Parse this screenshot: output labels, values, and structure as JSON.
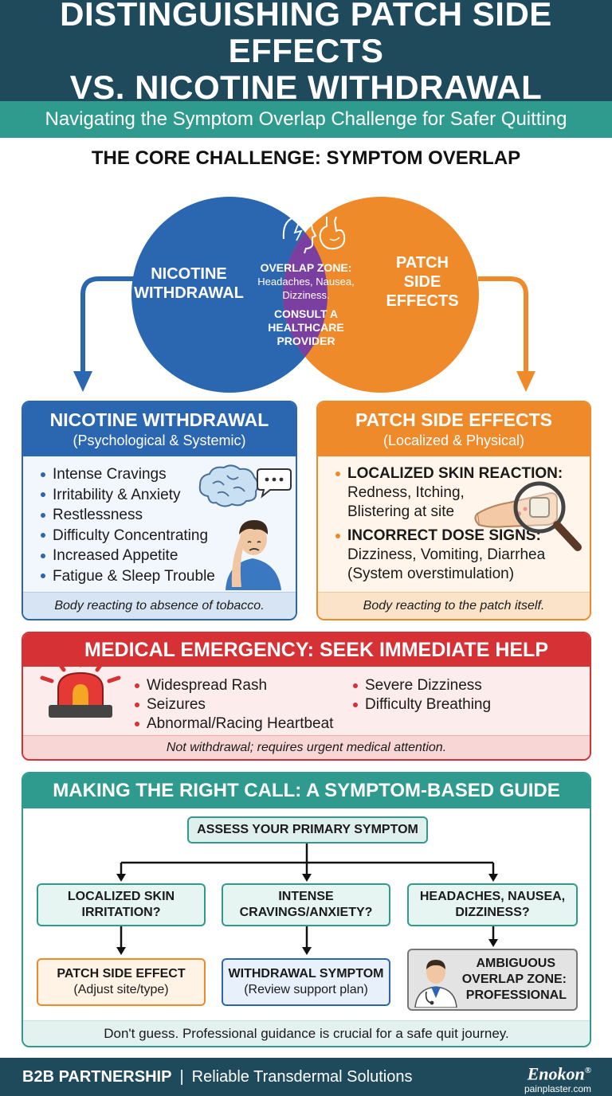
{
  "header": {
    "title_line1": "DISTINGUISHING PATCH SIDE EFFECTS",
    "title_line2": "VS. NICOTINE WITHDRAWAL",
    "subtitle": "Navigating the Symptom Overlap Challenge for Safer Quitting"
  },
  "colors": {
    "header_bg": "#1f4a5c",
    "teal": "#2f9a8e",
    "withdrawal_blue": "#2b67b0",
    "patch_orange": "#ef8a2a",
    "overlap_purple": "#7a3fa0",
    "emergency_red": "#d63134"
  },
  "core": {
    "title": "THE CORE CHALLENGE: SYMPTOM OVERLAP",
    "left_label_1": "NICOTINE",
    "left_label_2": "WITHDRAWAL",
    "right_label_1": "PATCH",
    "right_label_2": "SIDE",
    "right_label_3": "EFFECTS",
    "overlap_title": "OVERLAP ZONE:",
    "overlap_line1": "Headaches, Nausea,",
    "overlap_line2": "Dizziness.",
    "consult_1": "CONSULT A",
    "consult_2": "HEALTHCARE",
    "consult_3": "PROVIDER",
    "icons": [
      "head-icon",
      "stomach-icon"
    ]
  },
  "withdrawal_box": {
    "title": "NICOTINE WITHDRAWAL",
    "subtitle": "(Psychological & Systemic)",
    "items": [
      "Intense Cravings",
      "Irritability & Anxiety",
      "Restlessness",
      "Difficulty Concentrating",
      "Increased Appetite",
      "Fatigue & Sleep Trouble"
    ],
    "footer": "Body reacting to absence of tobacco.",
    "icons": [
      "brain-icon",
      "speech-bubble-icon",
      "stressed-person-icon"
    ]
  },
  "patch_box": {
    "title": "PATCH SIDE EFFECTS",
    "subtitle": "(Localized & Physical)",
    "skin_heading": "LOCALIZED SKIN REACTION:",
    "skin_line1": "Redness, Itching,",
    "skin_line2": "Blistering at site",
    "dose_heading": "INCORRECT DOSE SIGNS:",
    "dose_line1": "Dizziness, Vomiting, Diarrhea",
    "dose_line2": "(System overstimulation)",
    "footer": "Body reacting to the patch itself.",
    "icons": [
      "arm-patch-magnifier-icon"
    ]
  },
  "emergency": {
    "title": "MEDICAL EMERGENCY: SEEK IMMEDIATE HELP",
    "left_items": [
      "Widespread Rash",
      "Seizures",
      "Abnormal/Racing Heartbeat"
    ],
    "right_items": [
      "Severe Dizziness",
      "Difficulty Breathing"
    ],
    "footer": "Not withdrawal; requires urgent medical attention.",
    "icons": [
      "siren-icon"
    ]
  },
  "guide": {
    "title": "MAKING THE RIGHT CALL: A SYMPTOM-BASED GUIDE",
    "root": "ASSESS YOUR PRIMARY SYMPTOM",
    "q1_line1": "LOCALIZED SKIN",
    "q1_line2": "IRRITATION?",
    "q2_line1": "INTENSE",
    "q2_line2": "CRAVINGS/ANXIETY?",
    "q3_line1": "HEADACHES, NAUSEA,",
    "q3_line2": "DIZZINESS?",
    "a1_title": "PATCH SIDE EFFECT",
    "a1_sub": "(Adjust site/type)",
    "a2_title": "WITHDRAWAL SYMPTOM",
    "a2_sub": "(Review support plan)",
    "a3_line1": "AMBIGUOUS",
    "a3_line2": "OVERLAP ZONE:",
    "a3_line3": "PROFESSIONAL",
    "footer": "Don't guess. Professional guidance is crucial for a safe quit journey.",
    "icons": [
      "doctor-icon"
    ]
  },
  "footer": {
    "left_bold": "B2B PARTNERSHIP",
    "separator": "|",
    "left_text": "Reliable Transdermal Solutions",
    "brand": "Enokon",
    "brand_mark": "®",
    "brand_url": "painplaster.com"
  }
}
